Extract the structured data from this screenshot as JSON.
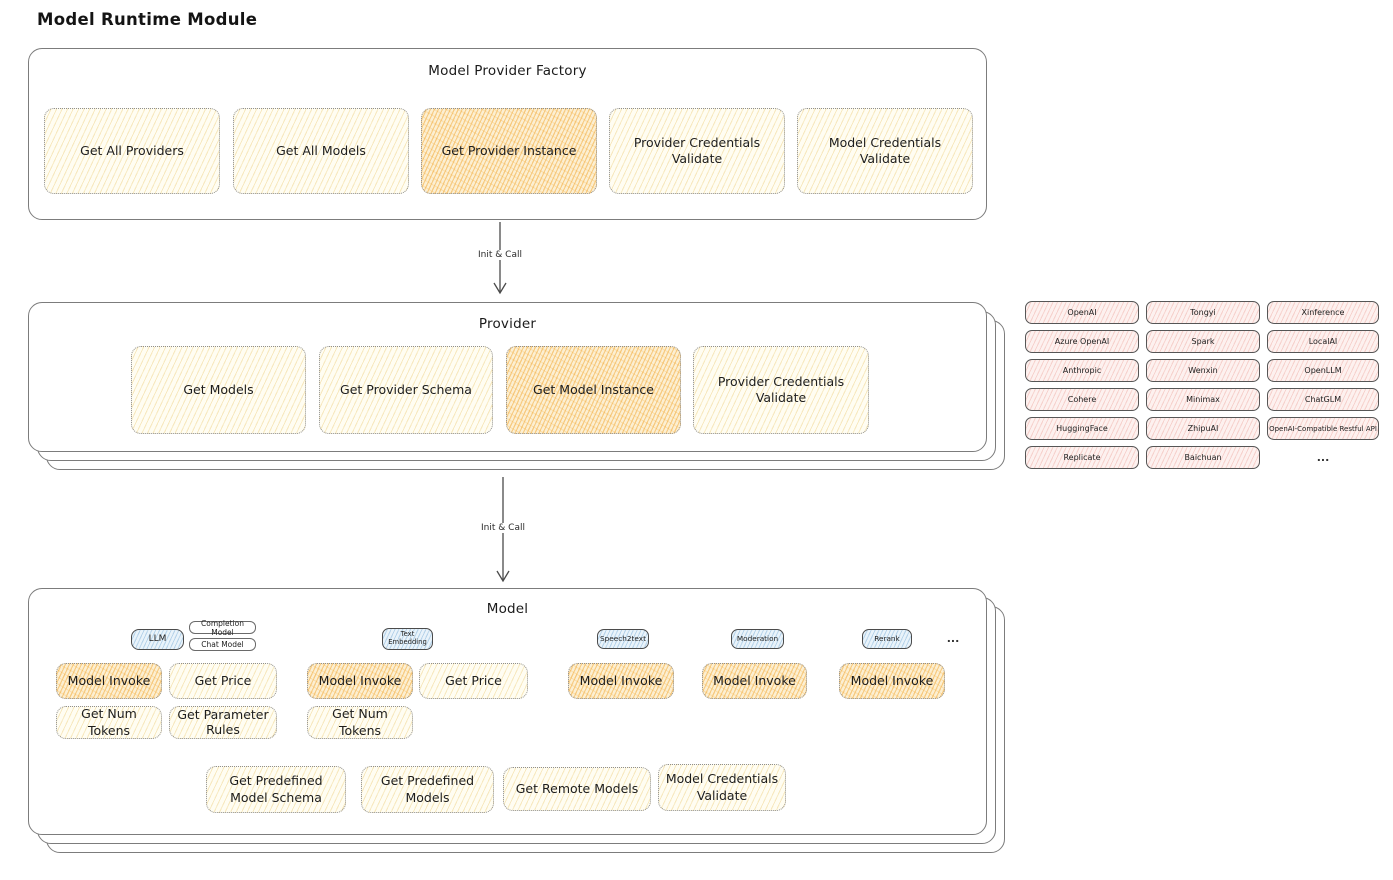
{
  "title": "Model Runtime Module",
  "flow": {
    "init_call_top": "Init & Call",
    "init_call_bottom": "Init & Call"
  },
  "factory": {
    "title": "Model Provider Factory",
    "buttons": [
      {
        "label": "Get All Providers",
        "highlighted": false
      },
      {
        "label": "Get All Models",
        "highlighted": false
      },
      {
        "label": "Get Provider Instance",
        "highlighted": true
      },
      {
        "label": "Provider Credentials Validate",
        "highlighted": false
      },
      {
        "label": "Model Credentials Validate",
        "highlighted": false
      }
    ]
  },
  "provider": {
    "title": "Provider",
    "buttons": [
      {
        "label": "Get Models",
        "highlighted": false
      },
      {
        "label": "Get Provider Schema",
        "highlighted": false
      },
      {
        "label": "Get Model Instance",
        "highlighted": true
      },
      {
        "label": "Provider Credentials Validate",
        "highlighted": false
      }
    ]
  },
  "providers_grid": {
    "items": [
      "OpenAI",
      "Tongyi",
      "Xinference",
      "Azure OpenAI",
      "Spark",
      "LocalAI",
      "Anthropic",
      "Wenxin",
      "OpenLLM",
      "Cohere",
      "Minimax",
      "ChatGLM",
      "HuggingFace",
      "ZhipuAI",
      "OpenAI-Compatible Restful API",
      "Replicate",
      "Baichuan"
    ],
    "more_label": "..."
  },
  "model": {
    "title": "Model",
    "groups": [
      {
        "chip": "LLM",
        "sub_chips": [
          "Completion Model",
          "Chat Model"
        ],
        "buttons": [
          {
            "label": "Model Invoke",
            "highlighted": true
          },
          {
            "label": "Get Price",
            "highlighted": false
          },
          {
            "label": "Get Num Tokens",
            "highlighted": false
          },
          {
            "label": "Get Parameter Rules",
            "highlighted": false
          }
        ]
      },
      {
        "chip": "Text Embedding",
        "buttons": [
          {
            "label": "Model Invoke",
            "highlighted": true
          },
          {
            "label": "Get Price",
            "highlighted": false
          },
          {
            "label": "Get Num Tokens",
            "highlighted": false
          }
        ]
      },
      {
        "chip": "Speech2text",
        "buttons": [
          {
            "label": "Model Invoke",
            "highlighted": true
          }
        ]
      },
      {
        "chip": "Moderation",
        "buttons": [
          {
            "label": "Model Invoke",
            "highlighted": true
          }
        ]
      },
      {
        "chip": "Rerank",
        "buttons": [
          {
            "label": "Model Invoke",
            "highlighted": true
          }
        ]
      }
    ],
    "more_label": "...",
    "shared_buttons": [
      {
        "label": "Get Predefined Model Schema"
      },
      {
        "label": "Get Predefined Models"
      },
      {
        "label": "Get Remote Models"
      },
      {
        "label": "Model Credentials Validate"
      }
    ]
  },
  "colors": {
    "node_fill": "#fffdf2",
    "node_hatch": "#e7bf5c",
    "highlight_hatch": "#f2a32a",
    "provider_cell_fill": "#fdf1ef",
    "provider_cell_hatch": "#e78d83",
    "chip_fill": "#e9f3fa",
    "chip_hatch": "#70a6d3",
    "ink": "#1b1b1b",
    "frame_border": "#7c7c7c"
  }
}
